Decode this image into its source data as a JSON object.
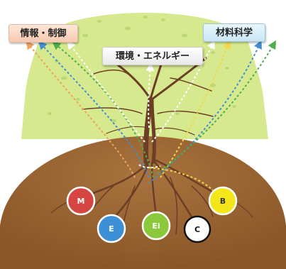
{
  "labels": {
    "info_control": "情報・制御",
    "materials": "材料科学",
    "environment_energy": "環境・エネルギー"
  },
  "circles": [
    {
      "key": "m",
      "label": "M",
      "fill": "#d64541",
      "text_color": "#ffffff",
      "stroke": "#ffffff"
    },
    {
      "key": "e",
      "label": "E",
      "fill": "#3d8fd6",
      "text_color": "#ffffff",
      "stroke": "#ffffff"
    },
    {
      "key": "ei",
      "label": "Ei",
      "fill": "#8cc83c",
      "text_color": "#ffffff",
      "stroke": "#ffffff"
    },
    {
      "key": "c",
      "label": "C",
      "fill": "#ffffff",
      "text_color": "#111111",
      "stroke": "#111111"
    },
    {
      "key": "b",
      "label": "B",
      "fill": "#f5e619",
      "text_color": "#333333",
      "stroke": "#ffffff"
    }
  ],
  "colors": {
    "canopy": "#d6e98e",
    "soil": "#9a6532",
    "trunk": "#6b3f25",
    "arrow_orange": "#f0a25a",
    "arrow_blue": "#3f8fd0",
    "arrow_green": "#4cae4c",
    "arrow_white": "#ffffff",
    "arrow_yellow": "#f3d84a"
  }
}
